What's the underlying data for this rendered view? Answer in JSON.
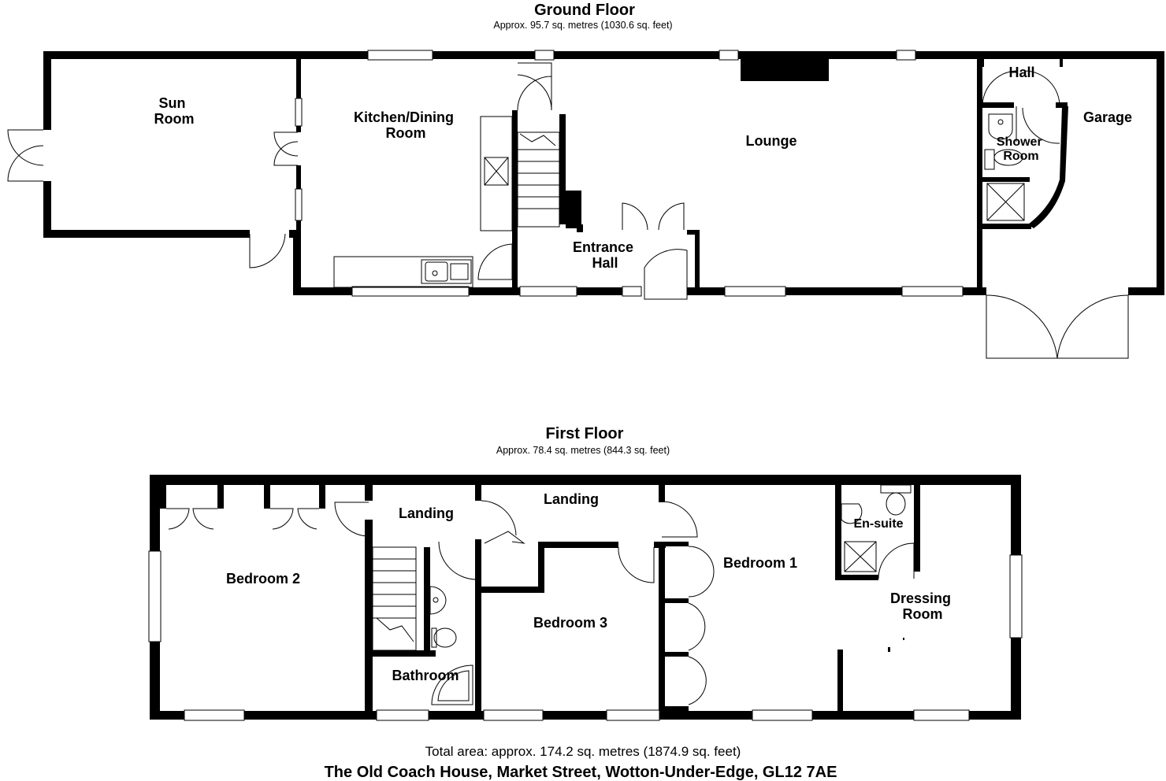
{
  "ground_floor": {
    "title": "Ground Floor",
    "area": "Approx. 95.7 sq. metres (1030.6 sq. feet)",
    "rooms": {
      "sun_room": [
        "Sun",
        "Room"
      ],
      "kitchen": [
        "Kitchen/Dining",
        "Room"
      ],
      "lounge": [
        "Lounge"
      ],
      "hall": [
        "Hall"
      ],
      "garage": [
        "Garage"
      ],
      "shower_room": [
        "Shower",
        "Room"
      ],
      "entrance_hall": [
        "Entrance",
        "Hall"
      ]
    }
  },
  "first_floor": {
    "title": "First Floor",
    "area": "Approx. 78.4 sq. metres (844.3 sq. feet)",
    "rooms": {
      "landing_left": [
        "Landing"
      ],
      "landing_right": [
        "Landing"
      ],
      "bedroom2": [
        "Bedroom 2"
      ],
      "bedroom3": [
        "Bedroom 3"
      ],
      "bedroom1": [
        "Bedroom 1"
      ],
      "ensuite": [
        "En-suite"
      ],
      "dressing_room": [
        "Dressing",
        "Room"
      ],
      "bathroom": [
        "Bathroom"
      ]
    }
  },
  "footer": {
    "total_area": "Total area: approx. 174.2 sq. metres (1874.9 sq. feet)",
    "address": "The Old Coach House, Market Street, Wotton-Under-Edge, GL12 7AE"
  }
}
